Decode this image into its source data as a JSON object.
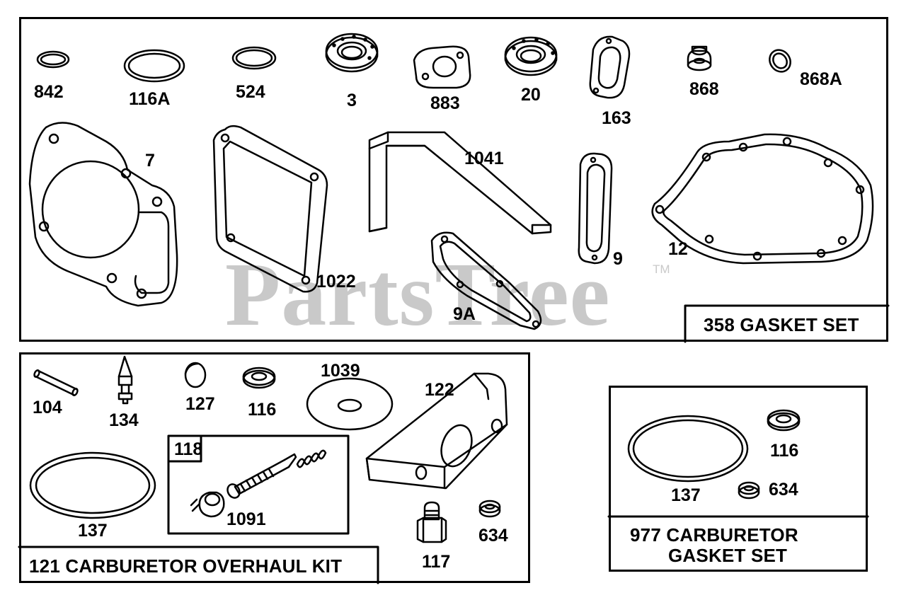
{
  "watermark": {
    "text": "PartsTree",
    "tm": "TM"
  },
  "sections": {
    "gasket_set": {
      "title": "358 GASKET SET"
    },
    "overhaul_kit": {
      "title": "121 CARBURETOR OVERHAUL KIT",
      "subkit": "118"
    },
    "carb_gasket_set": {
      "title_line1": "977 CARBURETOR",
      "title_line2": "GASKET SET"
    }
  },
  "parts": {
    "p842": "842",
    "p116A": "116A",
    "p524": "524",
    "p3": "3",
    "p883": "883",
    "p20": "20",
    "p163": "163",
    "p868": "868",
    "p868A": "868A",
    "p7": "7",
    "p1022": "1022",
    "p1041": "1041",
    "p9A": "9A",
    "p9": "9",
    "p12": "12",
    "p104": "104",
    "p134": "134",
    "p127": "127",
    "p116": "116",
    "p1039": "1039",
    "p122": "122",
    "p1091": "1091",
    "p137": "137",
    "p117": "117",
    "p634": "634",
    "p137b": "137",
    "p116b": "116",
    "p634b": "634"
  }
}
